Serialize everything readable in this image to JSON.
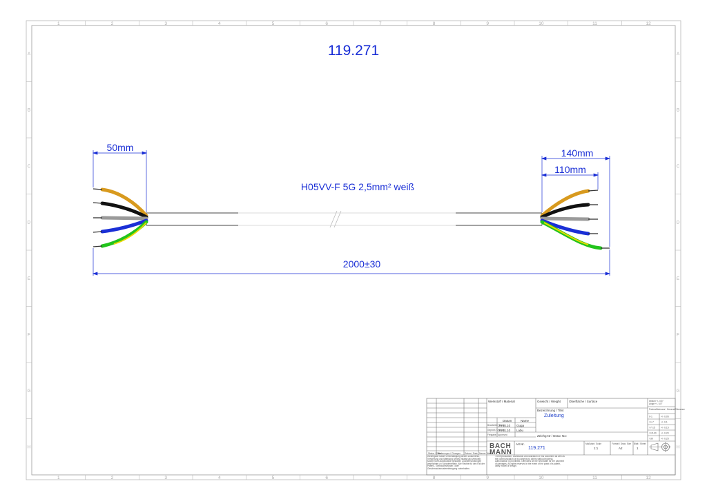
{
  "drawing": {
    "part_number": "119.271",
    "cable_spec": "H05VV-F 5G 2,5mm² weiß",
    "dim_left": "50mm",
    "dim_right_outer": "140mm",
    "dim_right_inner": "110mm",
    "dim_total": "2000±30"
  },
  "frame": {
    "columns": [
      "1",
      "2",
      "3",
      "4",
      "5",
      "6",
      "7",
      "8",
      "9",
      "10",
      "11",
      "12"
    ],
    "rows": [
      "A",
      "B",
      "C",
      "D",
      "E",
      "F",
      "G",
      "H"
    ]
  },
  "wires": {
    "colors": {
      "brown": "#d89a1e",
      "black": "#111111",
      "grey": "#9a9a9a",
      "blue": "#1a2fd6",
      "yellow": "#e8d800",
      "green": "#22c41c"
    }
  },
  "title_block": {
    "material_label": "Werkstoff / Material",
    "weight_label": "Gewicht / Weight",
    "surface_label": "Oberfläche / Surface",
    "title_label": "Bezeichnung / Title:",
    "title_value": "Zuleitung",
    "date_header": "Datum",
    "name_header": "Name",
    "drawn_label": "Bearbeitet / Drawn",
    "checked_label": "Geprüft / Checked",
    "approved_label": "Freigabe / Approved",
    "drawn_date": "24.11.10",
    "drawn_name": "Guga",
    "checked_date": "24.11.10",
    "checked_name": "Labu",
    "drawing_no_label": "Zeichg.Nr / Draw. No:",
    "company_line1": "BACH",
    "company_line2": "MANN",
    "art_label": "Art.Nr.",
    "art_value": "119.271",
    "scale_label": "Maßstab / Scale",
    "scale_value": "1:1",
    "format_label": "Format / Draw. Size",
    "format_value": "A2",
    "sheet_label": "Blatt / Sheet",
    "sheet_value": "1",
    "tolerance_label1": "Winkel +/- 0,5°",
    "tolerance_label2": "Angle +/- 0,5°",
    "tolerance_header": "Freimaßtoleranz / General Tolerance",
    "tolerances": [
      {
        "range": "0-1",
        "value": "+/- 0,05"
      },
      {
        "range": ">1-7",
        "value": "+/- 0,1"
      },
      {
        "range": ">7-15",
        "value": "+/- 0,15"
      },
      {
        "range": ">15-30",
        "value": "+/- 0,20"
      },
      {
        "range": ">30",
        "value": "+/- 0,25"
      }
    ],
    "status_label": "Status / State",
    "changes_label": "Änderungen / Changes",
    "date_small_label": "Datum / Date",
    "name_small_label": "Name / Name",
    "legal_de": "Weitergabe sowie Vervielfältigung dieses Dokuments, Verwertung und Mitteilung seines Inhalts sind verboten, soweit nicht ausdrücklich gestattet. Zuwiderhandlungen verpflichten zu Schadenersatz. Alle Rechte für den Fall der Patent-, Gebrauchsmuster- oder Geschmacksmustereintragung vorbehalten.",
    "legal_en": "The reproduction, distribution and utilization of this document as well as the communication of its contents to others without express authorization is prohibited. Offenders will be held liable for the payment of damages. All rights reserved in the event of the grant of a patent, utility model or design."
  }
}
